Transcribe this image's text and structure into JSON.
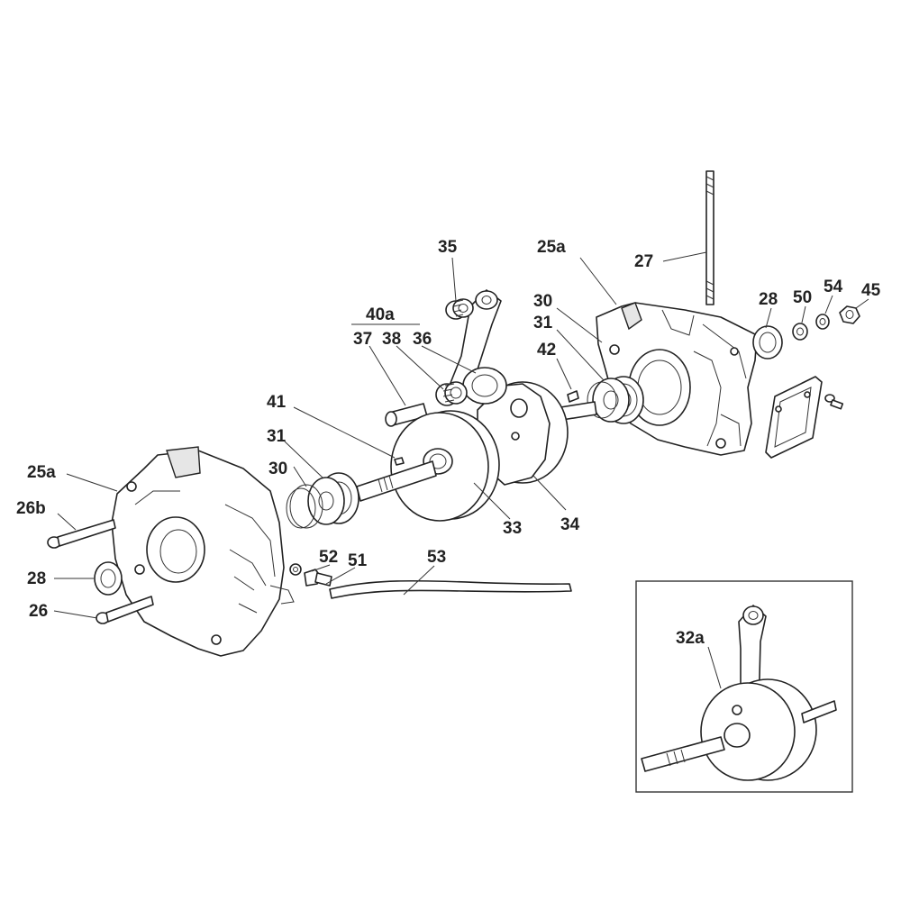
{
  "callouts": {
    "c35": "35",
    "c25a_r": "25a",
    "c27": "27",
    "c40a": "40a",
    "c37": "37",
    "c38": "38",
    "c36": "36",
    "c30_r": "30",
    "c31_r": "31",
    "c42": "42",
    "c28_r": "28",
    "c50": "50",
    "c54": "54",
    "c45": "45",
    "c41": "41",
    "c31_l": "31",
    "c30_l": "30",
    "c25a_l": "25a",
    "c26b": "26b",
    "c28_l": "28",
    "c26": "26",
    "c52": "52",
    "c51": "51",
    "c53": "53",
    "c33": "33",
    "c34": "34",
    "c32a": "32a"
  }
}
